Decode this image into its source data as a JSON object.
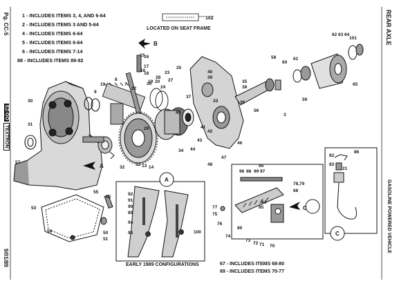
{
  "page_number": "Pg. CC-5",
  "brand": "EZ-GO",
  "brand_sub": "TEXTRON",
  "date": "9/01/89",
  "header_right": "REAR AXLE",
  "footer_right": "GASOLINE POWERED VEHICLE",
  "notes_top": [
    "1 - INCLUDES ITEMS 3, 4, AND 6-64",
    "2 - INCLUDES ITEMS 3 AND 5-64",
    "4 - INCLUDES ITEMS 6-64",
    "5 - INCLUDES ITEMS 6-64",
    "6 - INCLUDES ITEMS 7-14",
    "88 - INCLUDES ITEMS 89-92"
  ],
  "decal_label": "102",
  "decal_note": "LOCATED ON SEAT FRAME",
  "notes_bottom": [
    "67 - INCLUDES ITEMS 68-80",
    "69 - INCLUDES ITEMS 70-77"
  ],
  "inset_caption": "EARLY 1989 CONFIGURATIONS",
  "callouts": {
    "A": "A",
    "B": "B",
    "C": "C"
  },
  "part_numbers": [
    "30",
    "31",
    "27",
    "7",
    "11",
    "9",
    "8",
    "10",
    "28",
    "23",
    "24",
    "25",
    "29",
    "26",
    "22",
    "12",
    "13",
    "14",
    "32",
    "34",
    "43",
    "44",
    "47",
    "48",
    "46",
    "49",
    "15",
    "16",
    "17",
    "18",
    "19",
    "20",
    "21",
    "82",
    "83",
    "86",
    "33",
    "35",
    "36",
    "38",
    "39",
    "40",
    "41",
    "42",
    "37",
    "56",
    "3",
    "58",
    "59",
    "60",
    "61",
    "62",
    "63",
    "64",
    "65",
    "101",
    "96",
    "98",
    "99",
    "97",
    "95",
    "78,79",
    "68",
    "85",
    "84",
    "77",
    "75",
    "76",
    "74",
    "80",
    "73",
    "72",
    "71",
    "70",
    "92",
    "91",
    "90",
    "89",
    "94",
    "93",
    "100",
    "53",
    "54",
    "52",
    "50",
    "51",
    "55",
    "57"
  ]
}
